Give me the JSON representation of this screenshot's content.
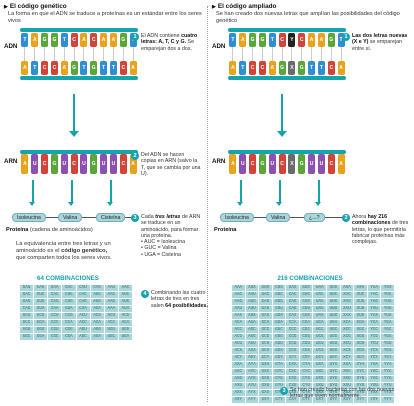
{
  "left": {
    "title": "El código genético",
    "subtitle": "La forma en que el ADN se traduce a proteínas es un estándar entre los seres vivos",
    "adn_label": "ADN",
    "arn_label": "ARN",
    "dna_top": [
      "T",
      "A",
      "G",
      "G",
      "T",
      "C",
      "A",
      "C",
      "A",
      "A",
      "G",
      "T"
    ],
    "dna_bottom": [
      "A",
      "T",
      "C",
      "C",
      "A",
      "G",
      "T",
      "G",
      "T",
      "T",
      "C",
      "A"
    ],
    "rna": [
      "A",
      "U",
      "C",
      "G",
      "U",
      "C",
      "U",
      "G",
      "U",
      "U",
      "C",
      "A"
    ],
    "steps": {
      "s1": {
        "num": "1",
        "t1": "El ADN contiene",
        "t2": "cuatro letras:",
        "t3": "A, T, C y G.",
        "t4": "Se emparejan dos a dos."
      },
      "s2": {
        "num": "2",
        "text": "Del ADN se hacen copias en ARN (salvo la T, que se cambia por una U)."
      },
      "s3": {
        "num": "3",
        "t1": "Cada",
        "t2": "tres letras",
        "t3": "de ARN se traduce en un aminoácido, para formar una proteína.",
        "e1": "• AUC = Isoleucina",
        "e2": "• GUC = Valina",
        "e3": "• UGA = Cisteína"
      },
      "s4": {
        "num": "4",
        "t1": "Combinando las cuatro letras de tres en tres salen",
        "t2": "64 posibilidades."
      }
    },
    "protein": [
      "Isoleucina",
      "Valina",
      "Cisteína"
    ],
    "protein_label": "Proteína",
    "protein_sub": "(cadena de aminoácidos)",
    "equiv1": "La equivalencia entre tres letras y un",
    "equiv2a": "aminoácido es el",
    "equiv2b": "código genético,",
    "equiv3": "que comparten todos los seres vivos.",
    "combos_title": "64 COMBINACIONES",
    "combos": [
      "GAU",
      "GAG",
      "GAA",
      "GAC",
      "CAU",
      "CAG",
      "AAG",
      "AAC",
      "GAC",
      "GUC",
      "CAC",
      "CUC",
      "CAC",
      "AUC",
      "AAC",
      "AUC",
      "GAG",
      "GUG",
      "CAG",
      "CUG",
      "CAG",
      "AUG",
      "AAG",
      "AUG",
      "CAU",
      "GUA",
      "CAA",
      "GUA",
      "CAA",
      "AUA",
      "AAA",
      "AUA",
      "GCU",
      "GCG",
      "CCU",
      "CCG",
      "ACU",
      "ACG",
      "ACU",
      "ACG",
      "GCC",
      "GCA",
      "CCC",
      "CCA",
      "ACC",
      "ACA",
      "ACC",
      "ACA",
      "GGU",
      "GGG",
      "CGU",
      "CGG",
      "AGU",
      "AGG",
      "UGU",
      "UGG",
      "GGC",
      "GGA",
      "CGC",
      "CGA",
      "AGC",
      "AGA",
      "UGC",
      "UGA"
    ]
  },
  "right": {
    "title": "El código ampliado",
    "subtitle": "Se han creado dos nuevas letras que amplían las posibilidades del código genético",
    "adn_label": "ADN",
    "arn_label": "ARN",
    "dna_top": [
      "T",
      "A",
      "G",
      "G",
      "T",
      "C",
      "Y",
      "C",
      "A",
      "A",
      "G",
      "T"
    ],
    "dna_bottom": [
      "A",
      "T",
      "C",
      "C",
      "A",
      "G",
      "X",
      "G",
      "T",
      "T",
      "C",
      "A"
    ],
    "rna": [
      "A",
      "U",
      "C",
      "G",
      "U",
      "C",
      "X",
      "G",
      "U",
      "U",
      "C",
      "A"
    ],
    "steps": {
      "s1": {
        "num": "1",
        "t1": "Las dos letras nuevas (X e Y)",
        "t2": "se emparejan entre sí."
      },
      "s2": {
        "num": "2",
        "t1": "Ahora",
        "t2": "hay 216 combinaciones",
        "t3": "de tres letras, lo que permitiría fabricar proteínas más complejas."
      },
      "s3": {
        "num": "3",
        "text": "Se han creado bacterias con las dos nuevas letras que viven normalmente."
      }
    },
    "protein": [
      "Isoleucina",
      "Valina",
      "¿...?"
    ],
    "protein_label": "Proteína",
    "combos_title": "216 COMBINACIONES",
    "combos": [
      "AAA",
      "AUX",
      "GUX",
      "CUX",
      "GAX",
      "GUX",
      "UAA",
      "UUX",
      "AXA",
      "AXX",
      "YXA",
      "YXX",
      "AAC",
      "AAU",
      "GAC",
      "GUC",
      "CAC",
      "CUC",
      "UAC",
      "UUC",
      "XAC",
      "XUC",
      "YAC",
      "YUC",
      "AAG",
      "AUG",
      "GAG",
      "GUG",
      "CAG",
      "CUG",
      "UAG",
      "UUG",
      "XAG",
      "XUG",
      "YAG",
      "YUG",
      "AAU",
      "AUU",
      "GAU",
      "GUU",
      "CAU",
      "CUU",
      "UAU",
      "UUU",
      "XAU",
      "XUU",
      "YAU",
      "YUU",
      "AAX",
      "AUX",
      "GAX",
      "GUX",
      "CAX",
      "CUX",
      "UAX",
      "UUX",
      "XAX",
      "XUX",
      "YAX",
      "YUX",
      "ACA",
      "AGA",
      "GCA",
      "GGA",
      "CCA",
      "CGA",
      "UCA",
      "UGA",
      "XCA",
      "XGA",
      "YCA",
      "YGA",
      "ACC",
      "AGC",
      "GCC",
      "GGC",
      "CCC",
      "CGC",
      "UCC",
      "UGC",
      "XCC",
      "XGC",
      "YCC",
      "YGC",
      "ACG",
      "AGG",
      "GCG",
      "GGG",
      "CCG",
      "CGG",
      "UCG",
      "UGG",
      "XCG",
      "XGG",
      "YCG",
      "YGG",
      "ACU",
      "AGU",
      "GCU",
      "GGU",
      "CCU",
      "CGU",
      "UCU",
      "UGU",
      "XCU",
      "XGU",
      "YCU",
      "YGU",
      "ACX",
      "AGX",
      "GCX",
      "GGX",
      "CCX",
      "CGX",
      "UCX",
      "UGX",
      "XCX",
      "XGX",
      "YCX",
      "YGX",
      "ACY",
      "AGY",
      "GCY",
      "GGY",
      "CCY",
      "CGY",
      "UCY",
      "UGY",
      "XCY",
      "XGY",
      "YCY",
      "YGY",
      "AXA",
      "AYA",
      "GXA",
      "GYA",
      "CXA",
      "CYA",
      "UXA",
      "UYA",
      "XXA",
      "XYA",
      "YXA",
      "YYA",
      "AXC",
      "AYC",
      "GXC",
      "GYC",
      "CXC",
      "CYC",
      "UXC",
      "UYC",
      "XXC",
      "XYC",
      "YXC",
      "YYC",
      "AXG",
      "AYG",
      "GXG",
      "GYG",
      "CXG",
      "CYG",
      "UXG",
      "UYG",
      "XXG",
      "XYG",
      "YXG",
      "YYG",
      "AXU",
      "AYU",
      "GXU",
      "GYU",
      "CXU",
      "CYU",
      "UXU",
      "UYU",
      "XXU",
      "XYU",
      "YXU",
      "YYU",
      "AXX",
      "AYX",
      "GXX",
      "GYX",
      "CXX",
      "CYX",
      "UXX",
      "UYX",
      "XXX",
      "XYX",
      "YXX",
      "YYX",
      "AXY",
      "AYY",
      "GXY",
      "GYY",
      "CXY",
      "CYY",
      "UXY",
      "UYY",
      "XXY",
      "XYY",
      "YXY",
      "YYY"
    ]
  },
  "colors": {
    "accent": "#16a3b0",
    "A": "#e8a21c",
    "T": "#2f8fd1",
    "G": "#5aa63a",
    "C": "#d2443a",
    "U": "#8e4fb3",
    "X": "#6b6b6b",
    "Y": "#222222",
    "cell": "#a9d6da"
  }
}
